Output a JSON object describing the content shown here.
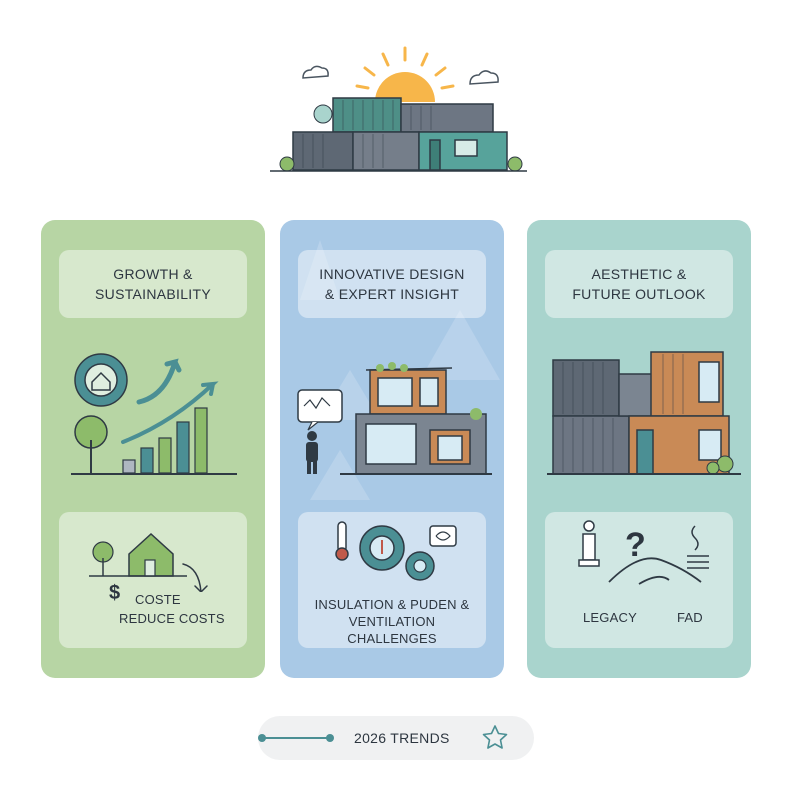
{
  "panels": [
    {
      "title": "GROWTH &\nSUSTAINABILITY",
      "bottom": {
        "line1": "COSTE",
        "line2": "REDUCE COSTS",
        "currency_icon": "dollar-sign"
      },
      "accent": "#b7d5a4"
    },
    {
      "title": "INNOVATIVE DESIGN\n& EXPERT INSIGHT",
      "bottom": {
        "text": "INSULATION & PUDEN &\nVENTILATION CHALLENGES"
      },
      "accent": "#a9c9e6"
    },
    {
      "title": "AESTHETIC &\nFUTURE OUTLOOK",
      "bottom": {
        "left_label": "LEGACY",
        "right_label": "FAD",
        "question_mark": "?"
      },
      "accent": "#a9d4cd"
    }
  ],
  "footer": {
    "label": "2026 TRENDS",
    "icon": "star-icon"
  },
  "colors": {
    "teal": "#4b8f94",
    "green": "#8dbb6a",
    "slate": "#5e6874",
    "wood": "#c98a56",
    "sun": "#f7b64a"
  }
}
